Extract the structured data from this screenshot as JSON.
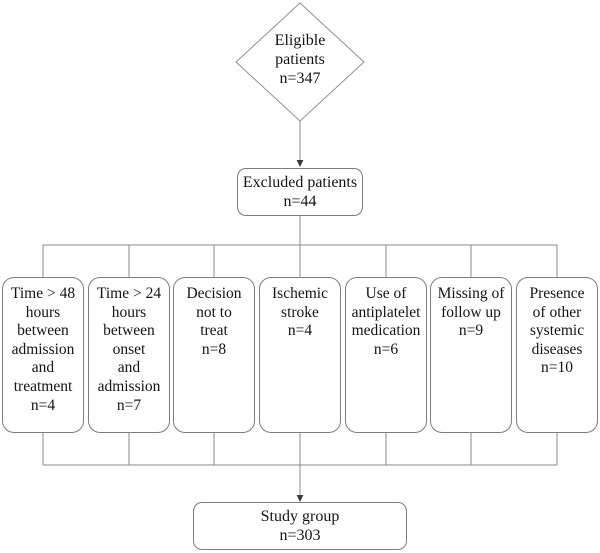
{
  "figure": {
    "background": "#ffffff",
    "line_color": "#8a8a8a",
    "border_color": "#7d7d7d",
    "text_color": "#141414"
  },
  "flowchart": {
    "start": {
      "shape": "diamond",
      "label": "Eligible\npatients",
      "count": "n=347"
    },
    "excluded": {
      "label": "Excluded patients",
      "count": "n=44"
    },
    "exclusion_reasons": [
      {
        "label": "Time > 48\nhours\nbetween\nadmission\nand\ntreatment",
        "count": "n=4"
      },
      {
        "label": "Time > 24\nhours\nbetween\nonset\nand\nadmission",
        "count": "n=7"
      },
      {
        "label": "Decision\nnot to\ntreat",
        "count": "n=8"
      },
      {
        "label": "Ischemic\nstroke",
        "count": "n=4"
      },
      {
        "label": "Use of\nantiplatelet\nmedication",
        "count": "n=6"
      },
      {
        "label": "Missing of\nfollow up",
        "count": "n=9"
      },
      {
        "label": "Presence\nof other\nsystemic\ndiseases",
        "count": "n=10"
      }
    ],
    "result": {
      "label": "Study group",
      "count": "n=303"
    }
  }
}
